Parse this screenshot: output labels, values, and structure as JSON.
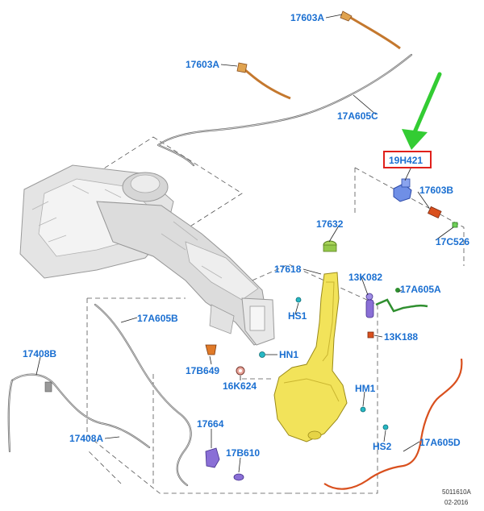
{
  "labels": {
    "p17603A_top": "17603A",
    "p17603A_mid": "17603A",
    "p17A605C": "17A605C",
    "p19H421": "19H421",
    "p17603B": "17603B",
    "p17C526": "17C526",
    "p17632": "17632",
    "p17618": "17618",
    "pHS1": "HS1",
    "p13K082": "13K082",
    "p17A605A": "17A605A",
    "p13K188": "13K188",
    "p17A605B": "17A605B",
    "pHN1": "HN1",
    "p17408B": "17408B",
    "p17B649": "17B649",
    "p16K624": "16K624",
    "pHM1": "HM1",
    "p17408A": "17408A",
    "p17664": "17664",
    "p17B610": "17B610",
    "pHS2": "HS2",
    "p17A605D": "17A605D"
  },
  "reference": {
    "code": "5011610A",
    "date": "02-2016"
  },
  "colors": {
    "label_blue": "#1a6fd1",
    "highlight_box": "#e0201b",
    "arrow_green": "#33cc33",
    "hose_orange": "#d9501e",
    "reservoir_yellow": "#f2e35a",
    "pump_purple": "#8a6fd6",
    "nozzle_orange": "#c4782e"
  }
}
